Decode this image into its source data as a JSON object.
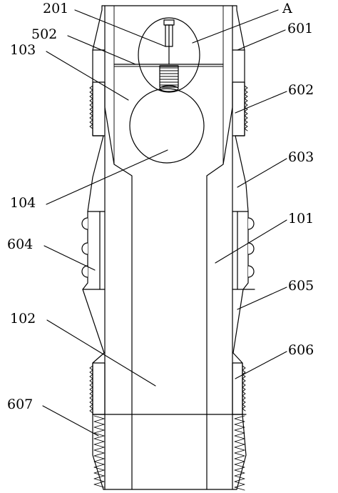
{
  "labels": {
    "l201": "201",
    "lA": "A",
    "l502": "502",
    "l601": "601",
    "l103": "103",
    "l602": "602",
    "l603": "603",
    "l104": "104",
    "l101": "101",
    "l604": "604",
    "l605": "605",
    "l102": "102",
    "l606": "606",
    "l607": "607"
  }
}
